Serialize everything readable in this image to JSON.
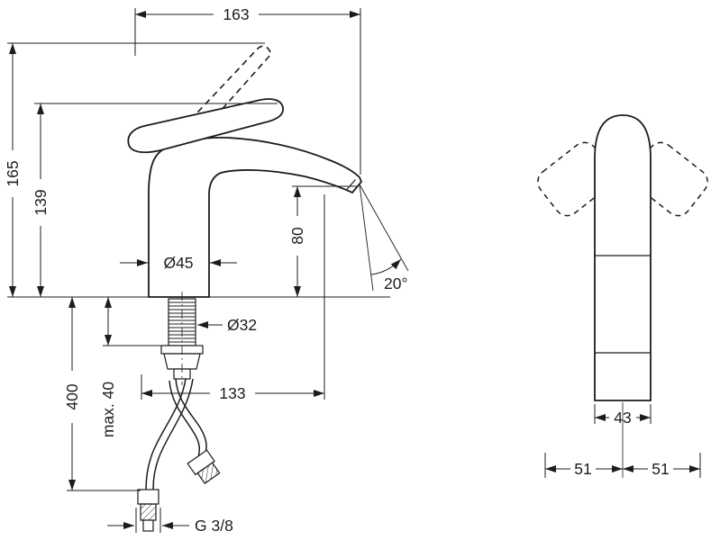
{
  "page": {
    "title": "Faucet technical dimension drawing",
    "colors": {
      "background": "#ffffff",
      "line": "#1c1c1c"
    }
  },
  "front_view": {
    "overall_depth": "163",
    "total_height": "165",
    "height_to_handle": "139",
    "spout_height": "80",
    "body_diameter": "Ø45",
    "shank_diameter": "Ø32",
    "spout_reach": "133",
    "hose_length": "400",
    "max_deck_thickness": "max. 40",
    "spout_angle": "20°",
    "thread_size": "G 3/8"
  },
  "side_view": {
    "body_width": "43",
    "handle_swing_left": "51",
    "handle_swing_right": "51"
  }
}
